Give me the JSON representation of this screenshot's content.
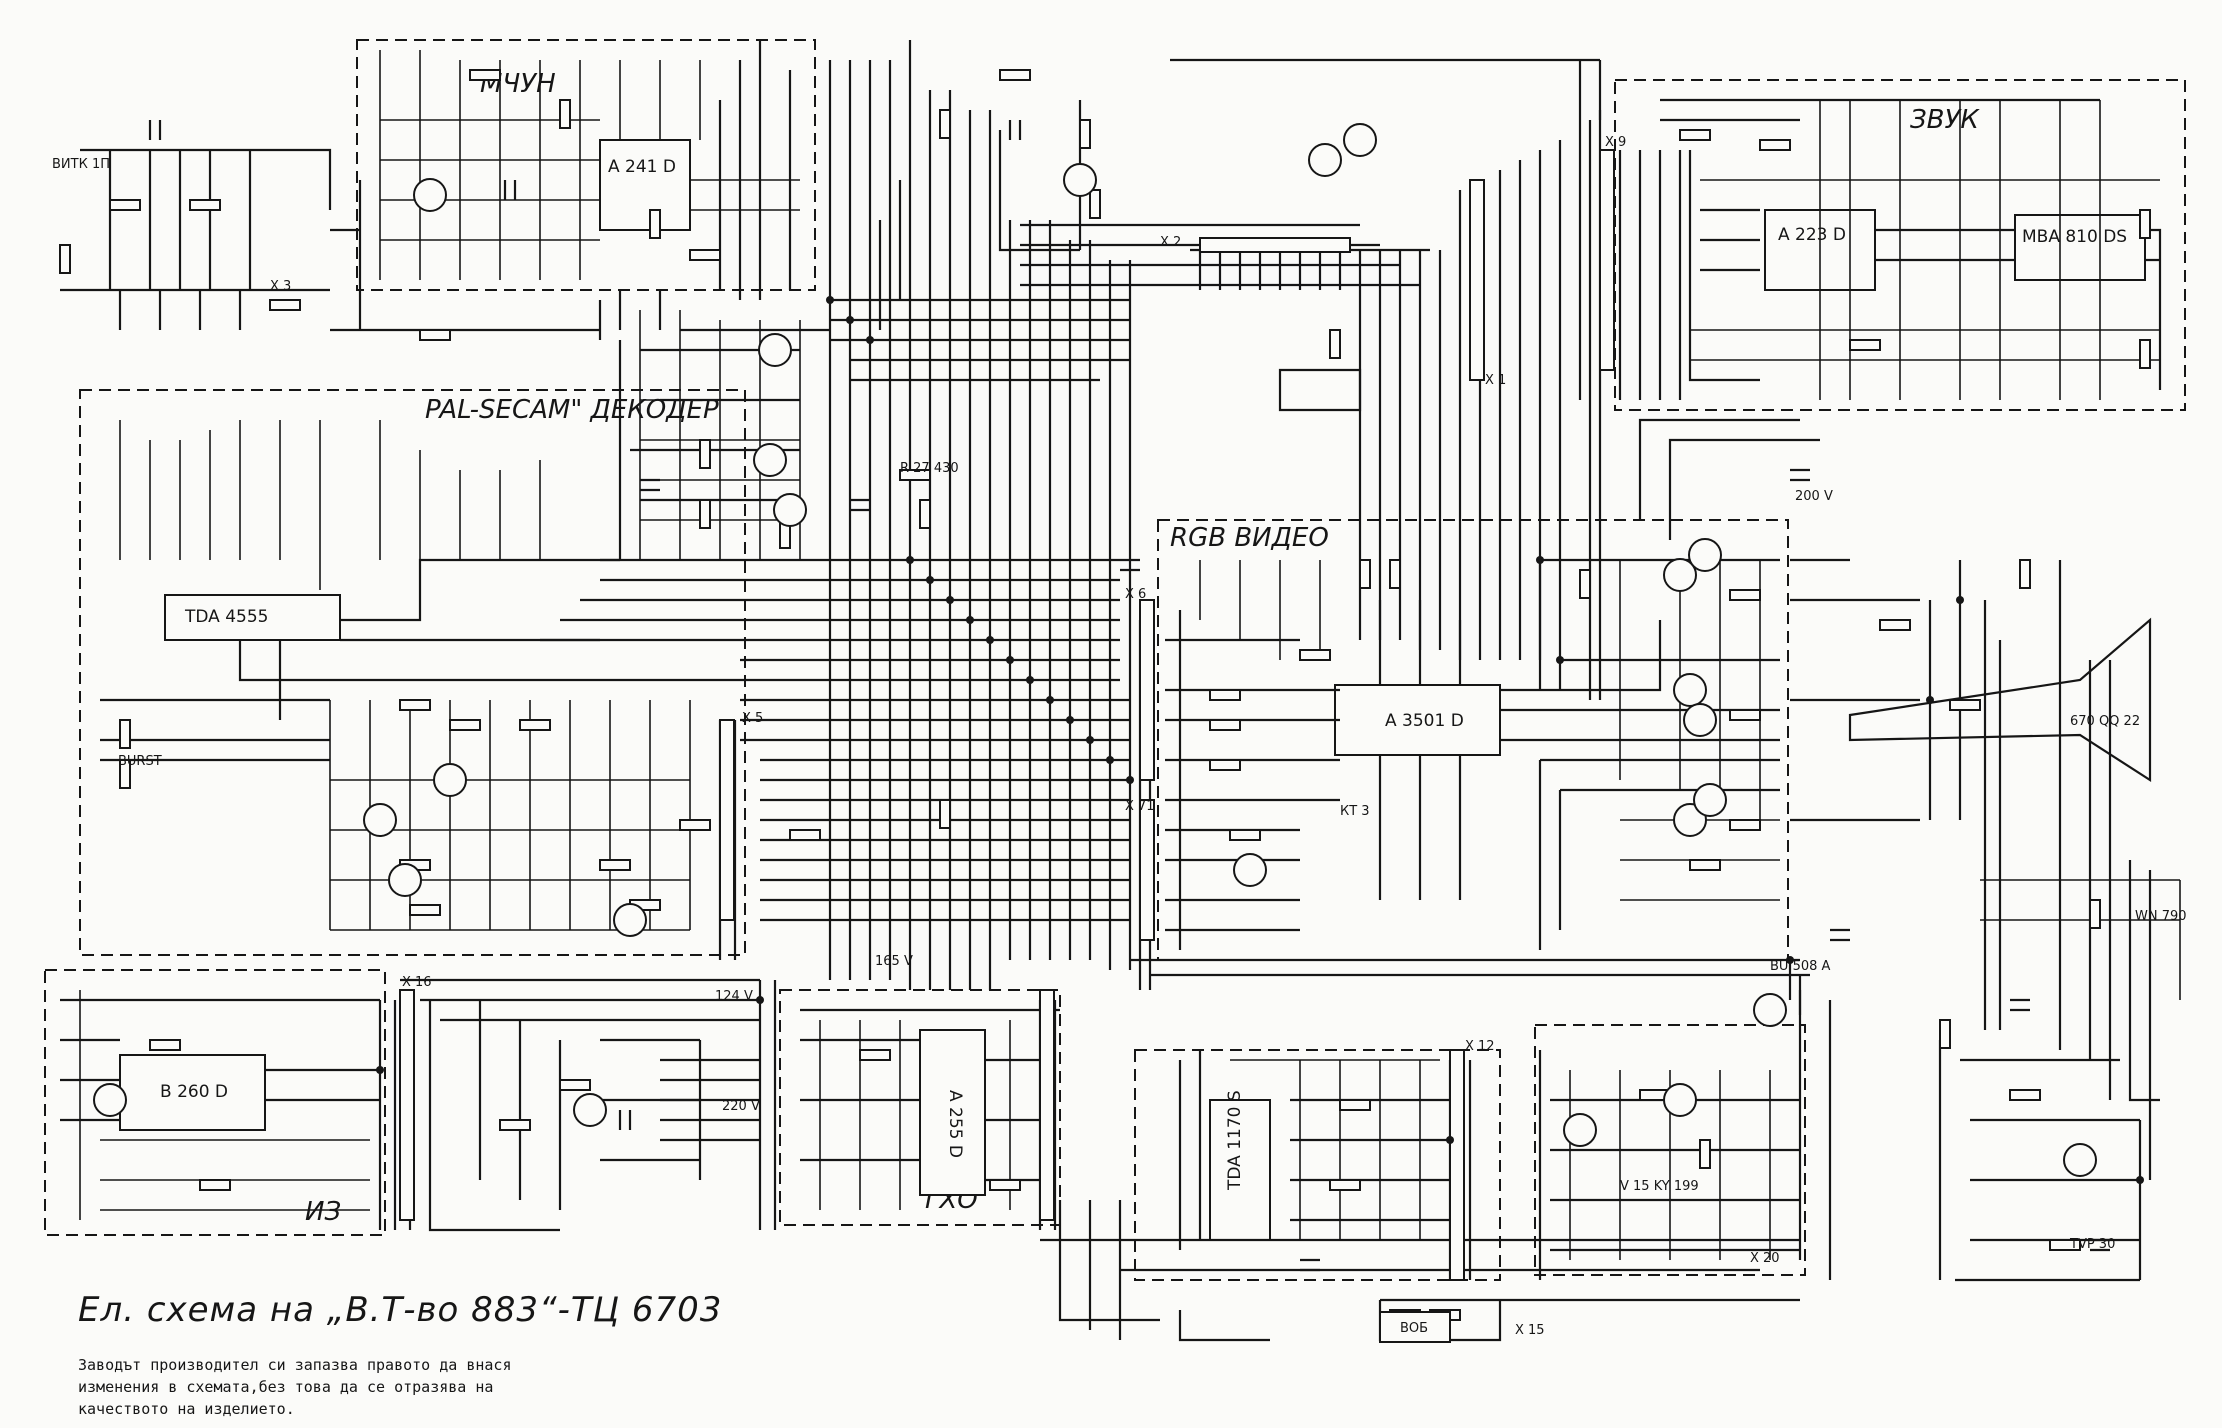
{
  "title": "Ел. схема на „В.Т-во 883“-ТЦ 6703",
  "note_lines": [
    "Заводът производител си запазва правото да внася",
    "изменения в схемата,без това да се отразява на",
    "качеството на изделието."
  ],
  "blocks": {
    "mchun": "МЧУН",
    "pal_secam": "PAL-SECAM\" ДЕКОДЕР",
    "rgb": "RGB ВИДЕО",
    "zvuk": "ЗВУК",
    "iz": "ИЗ",
    "gho": "ГХО"
  },
  "ics": {
    "tda4555": "TDA 4555",
    "a241d": "A 241 D",
    "a3501d": "A 3501 D",
    "a223d": "A 223 D",
    "mba810": "MBA 810 DS",
    "b260d": "B 260 D",
    "a255d": "A 255 D",
    "tda1170": "TDA 1170 S"
  },
  "labels": {
    "vitk": "ВИТК 1П",
    "x2": "X 2",
    "x1": "X 1",
    "x3": "X 3",
    "x5": "X 5",
    "x6": "X 6",
    "x9": "X 9",
    "x12": "X 12",
    "x15": "X 15",
    "x16": "X 16",
    "x20": "X 20",
    "x71": "X 71",
    "kinescope": "670 QQ 22",
    "tvp": "TVP 30",
    "wn790": "WN 790",
    "bu508": "BU 508 A",
    "v15": "V 15 KY 199",
    "kt3": "КТ 3",
    "r27": "R 27 430",
    "v200": "200 V",
    "v124": "124 V",
    "v220": "220 V",
    "v165": "165 V",
    "burst": "BURST",
    "vob": "ВОБ"
  }
}
